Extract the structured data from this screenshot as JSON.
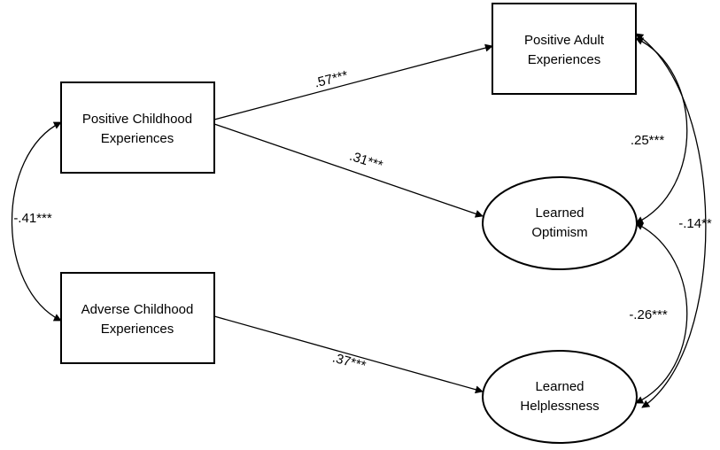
{
  "nodes": {
    "pce": {
      "line1": "Positive Childhood",
      "line2": "Experiences",
      "shape": "rectangle"
    },
    "ace": {
      "line1": "Adverse Childhood",
      "line2": "Experiences",
      "shape": "rectangle"
    },
    "pae": {
      "line1": "Positive Adult",
      "line2": "Experiences",
      "shape": "rectangle"
    },
    "optimism": {
      "line1": "Learned",
      "line2": "Optimism",
      "shape": "ellipse"
    },
    "helplessness": {
      "line1": "Learned",
      "line2": "Helplessness",
      "shape": "ellipse"
    }
  },
  "paths": {
    "pce_to_pae": ".57***",
    "pce_to_optimism": ".31***",
    "ace_to_helplessness": ".37***",
    "pce_ace_cov": "-.41***",
    "pae_optimism_cov": ".25***",
    "optimism_helplessness_cov": "-.26***",
    "pae_helplessness_cov": "-.14**"
  }
}
